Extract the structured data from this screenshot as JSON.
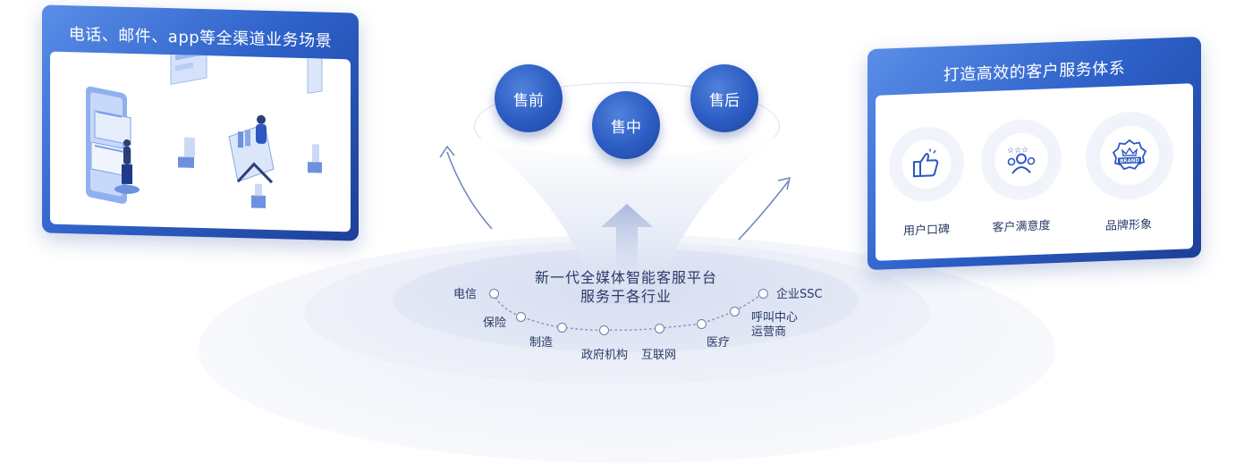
{
  "left_panel": {
    "title": "电话、邮件、app等全渠道业务场景"
  },
  "right_panel": {
    "title": "打造高效的客户服务体系",
    "items": [
      {
        "label": "用户口碑",
        "icon": "thumbs-up-icon"
      },
      {
        "label": "客户满意度",
        "icon": "satisfied-customers-icon"
      },
      {
        "label": "品牌形象",
        "icon": "brand-badge-icon",
        "badge_text": "BRAND"
      }
    ]
  },
  "stages": [
    "售前",
    "售中",
    "售后"
  ],
  "platform": {
    "line1": "新一代全媒体智能客服平台",
    "line2": "服务于各行业"
  },
  "industries": [
    "电信",
    "保险",
    "制造",
    "政府机构",
    "互联网",
    "医疗",
    "呼叫中心运营商",
    "企业SSC"
  ],
  "colors": {
    "primary": "#2d60c8",
    "dark": "#1d3f98",
    "light": "#5a8ee8",
    "text": "#2b3a66"
  }
}
